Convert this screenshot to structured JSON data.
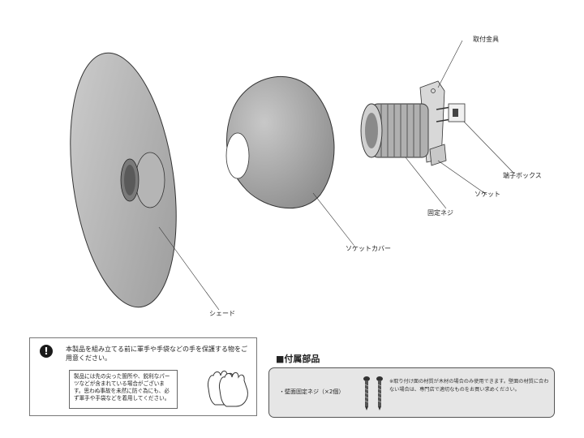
{
  "labels": {
    "mount_bracket": "取付金具",
    "terminal_box": "端子ボックス",
    "socket": "ソケット",
    "fixing_screw": "固定ネジ",
    "socket_cover": "ソケットカバー",
    "shade": "シェード"
  },
  "warning": {
    "icon": "exclamation-icon",
    "main_text": "本製品を組み立てる前に軍手や手袋などの手を保護する物をご用意ください。",
    "detail_text": "製品には先の尖った箇所や、鋭利なパーツなどが含まれている場合がございます。思わぬ事故を未然に防ぐ為にも、必ず軍手や手袋などを着用してください。"
  },
  "accessories": {
    "title": "■付属部品",
    "item": "・壁面固定ネジ（×2個）",
    "note": "※取り付け面の材質が木材の場合のみ使用できます。壁面の材質に合わない場合は、専門店で適切なものをお買い求めください。"
  }
}
